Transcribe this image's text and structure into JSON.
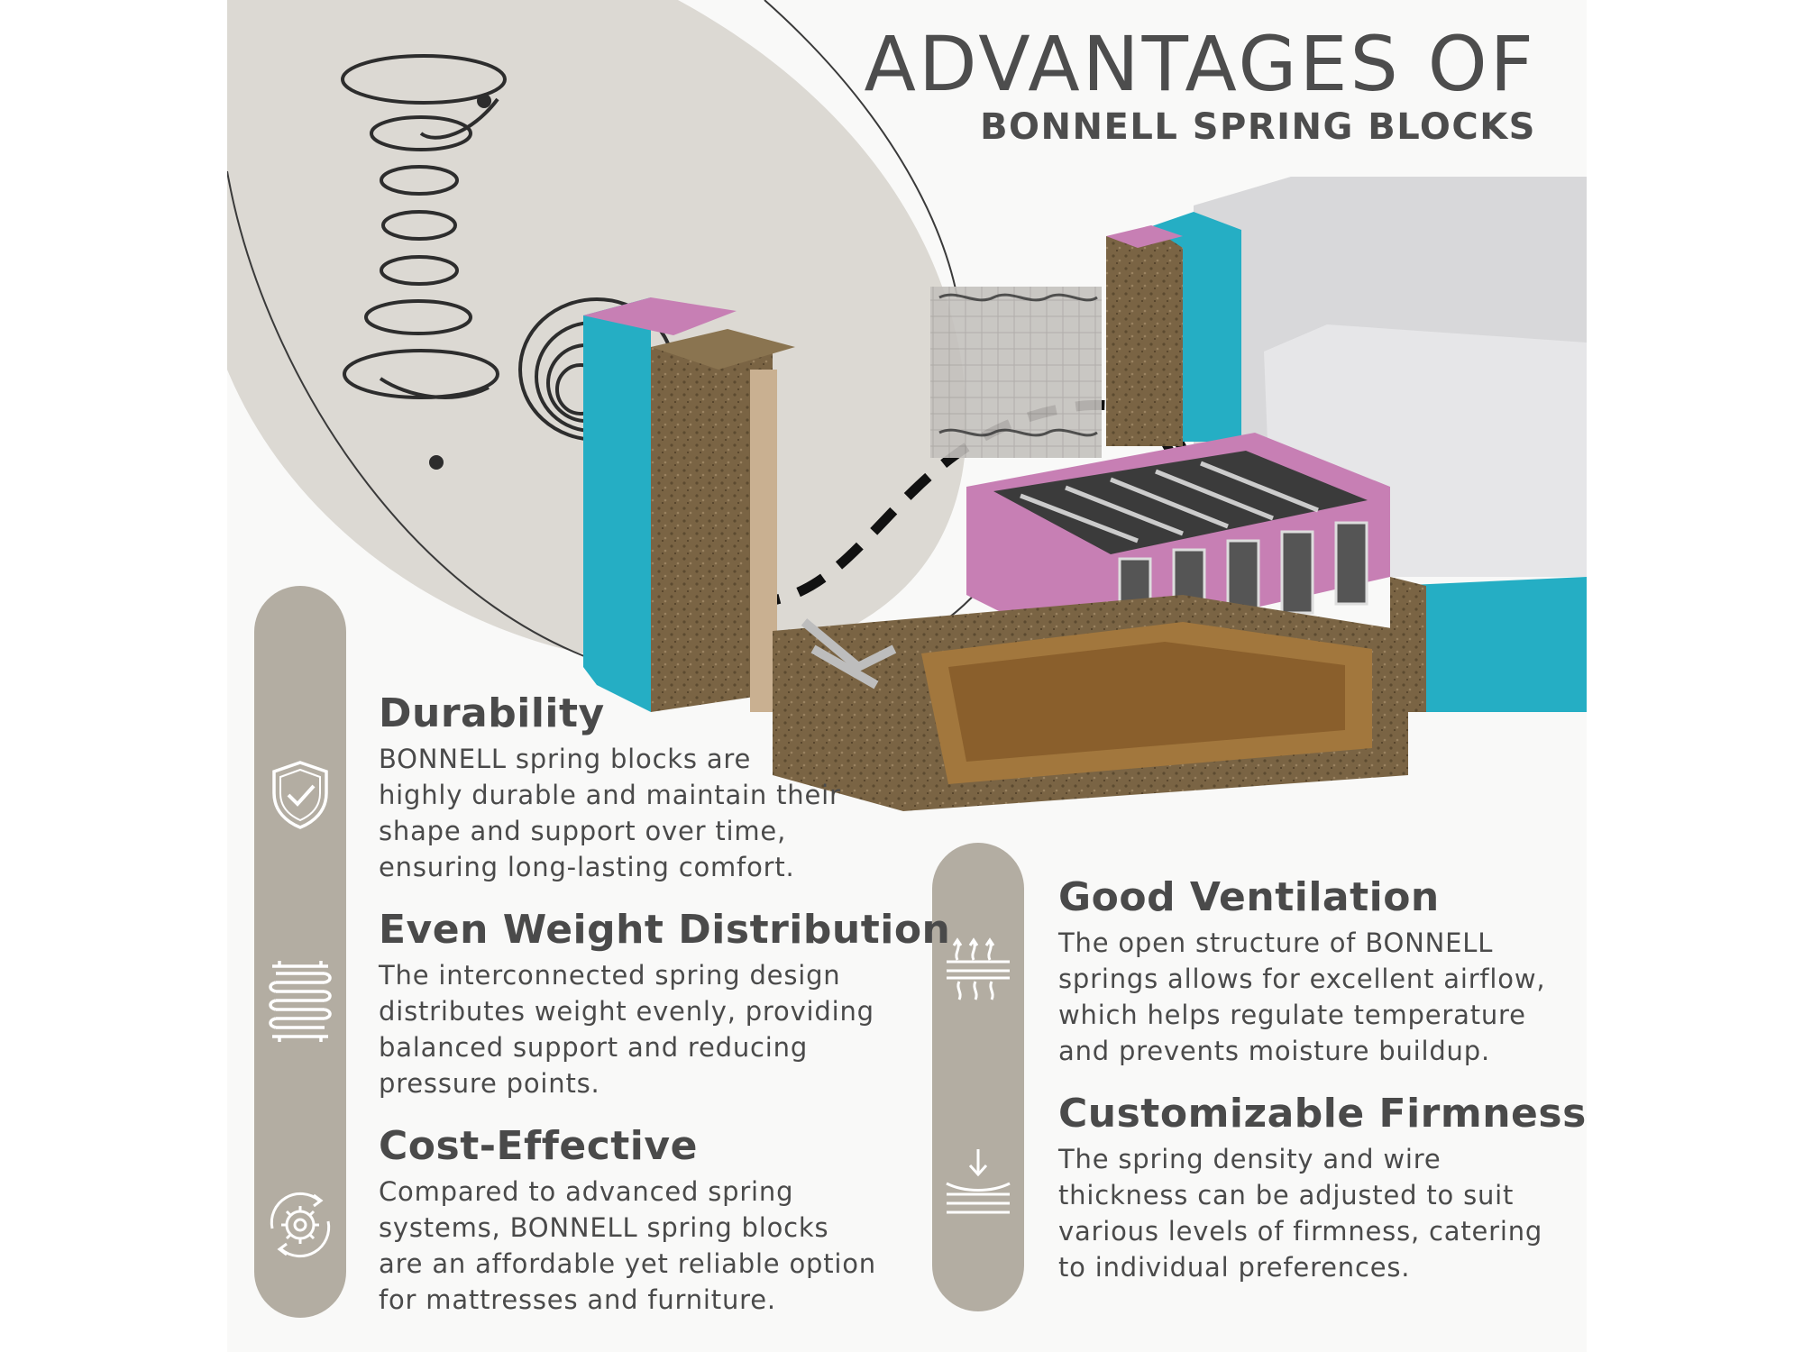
{
  "header": {
    "title": "ADVANTAGES OF",
    "subtitle": "BONNELL SPRING BLOCKS"
  },
  "features_left": [
    {
      "icon": "shield-check-icon",
      "title": "Durability",
      "body": "BONNELL spring blocks are\nhighly durable and maintain their\nshape and support over time,\nensuring long-lasting comfort."
    },
    {
      "icon": "coil-spring-icon",
      "title": "Even Weight Distribution",
      "body": "The interconnected spring design\ndistributes weight evenly, providing\nbalanced support and reducing\npressure points."
    },
    {
      "icon": "gear-cycle-icon",
      "title": "Cost-Effective",
      "body": "Compared to advanced spring\nsystems, BONNELL spring blocks\n are an affordable yet reliable option\nfor mattresses and furniture."
    }
  ],
  "features_right": [
    {
      "icon": "airflow-icon",
      "title": "Good Ventilation",
      "body": "The open structure of BONNELL\nsprings allows for excellent airflow,\nwhich helps regulate temperature\nand prevents moisture buildup."
    },
    {
      "icon": "pressure-layers-icon",
      "title": "Customizable Firmness",
      "body": "The spring density and wire\nthickness can be adjusted to suit\nvarious levels of firmness, catering\nto individual preferences."
    }
  ],
  "colors": {
    "background": "#f9f9f8",
    "blob": "#dcd9d3",
    "pill": "#b3ada2",
    "text": "#4a4a4a",
    "foam_pink": "#c77fb4",
    "foam_teal": "#25aec4",
    "wood": "#6e5637"
  }
}
